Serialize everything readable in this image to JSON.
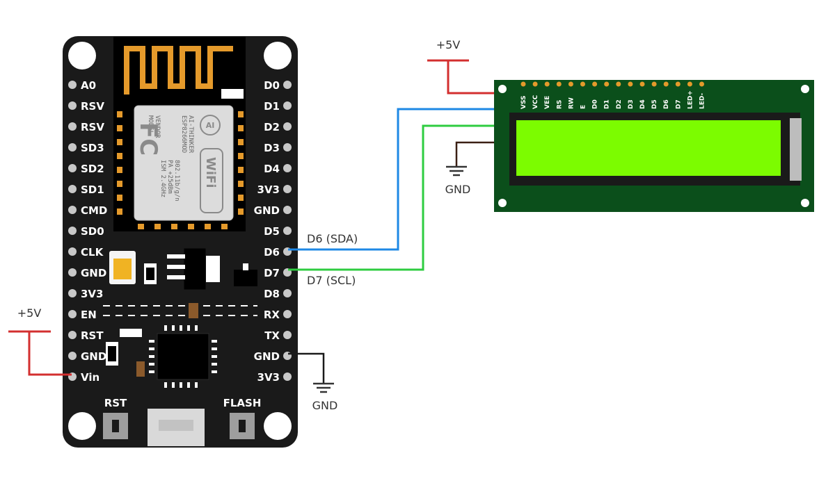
{
  "board": {
    "left_pins": [
      "A0",
      "RSV",
      "RSV",
      "SD3",
      "SD2",
      "SD1",
      "CMD",
      "SD0",
      "CLK",
      "GND",
      "3V3",
      "EN",
      "RST",
      "GND",
      "Vin"
    ],
    "right_pins": [
      "D0",
      "D1",
      "D2",
      "D3",
      "D4",
      "3V3",
      "GND",
      "D5",
      "D6",
      "D7",
      "D8",
      "RX",
      "TX",
      "GND",
      "3V3"
    ],
    "button_left": "RST",
    "button_right": "FLASH",
    "module": {
      "fc_mark": "FC",
      "ai_mark": "AI",
      "wifi_mark": "WiFi",
      "text_lines": [
        "MODEL",
        "VENDOR",
        "ESP8266MOD",
        "AI-THINKER",
        "ISM 2.4GHz",
        "PA +25dBm",
        "802.11b/g/n"
      ]
    }
  },
  "lcd": {
    "pins": [
      "VSS",
      "VCC",
      "VEE",
      "RS",
      "RW",
      "E",
      "D0",
      "D1",
      "D2",
      "D3",
      "D4",
      "D5",
      "D6",
      "D7",
      "LED+",
      "LED-"
    ],
    "screen_color": "#7cfc00"
  },
  "labels": {
    "vcc_left": "+5V",
    "vcc_lcd": "+5V",
    "gnd_board": "GND",
    "gnd_lcd": "GND",
    "sda": "D6 (SDA)",
    "scl": "D7 (SCL)"
  },
  "colors": {
    "power_wire": "#d32f2f",
    "sda_wire": "#1e88e5",
    "scl_wire": "#2ecc40",
    "ground_wire": "#3b1f14",
    "board": "#1a1a1a",
    "lcd_pcb": "#0b4f1b"
  }
}
